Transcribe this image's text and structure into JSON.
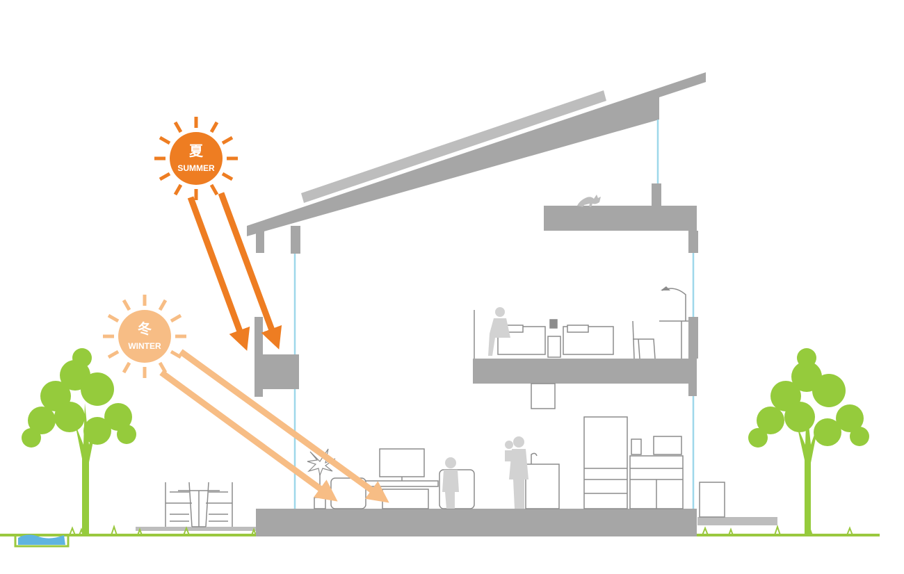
{
  "suns": {
    "summer": {
      "kanji": "夏",
      "label": "SUMMER",
      "color": "#ee7d22"
    },
    "winter": {
      "kanji": "冬",
      "label": "WINTER",
      "color": "#f7bd85"
    }
  },
  "colors": {
    "structure": "#a6a6a6",
    "furniture_outline": "#8c8c8c",
    "glass": "#9ed8ea",
    "tree": "#95cb3c",
    "ground_grass": "#9ac83f",
    "water": "#5fb4e0"
  }
}
